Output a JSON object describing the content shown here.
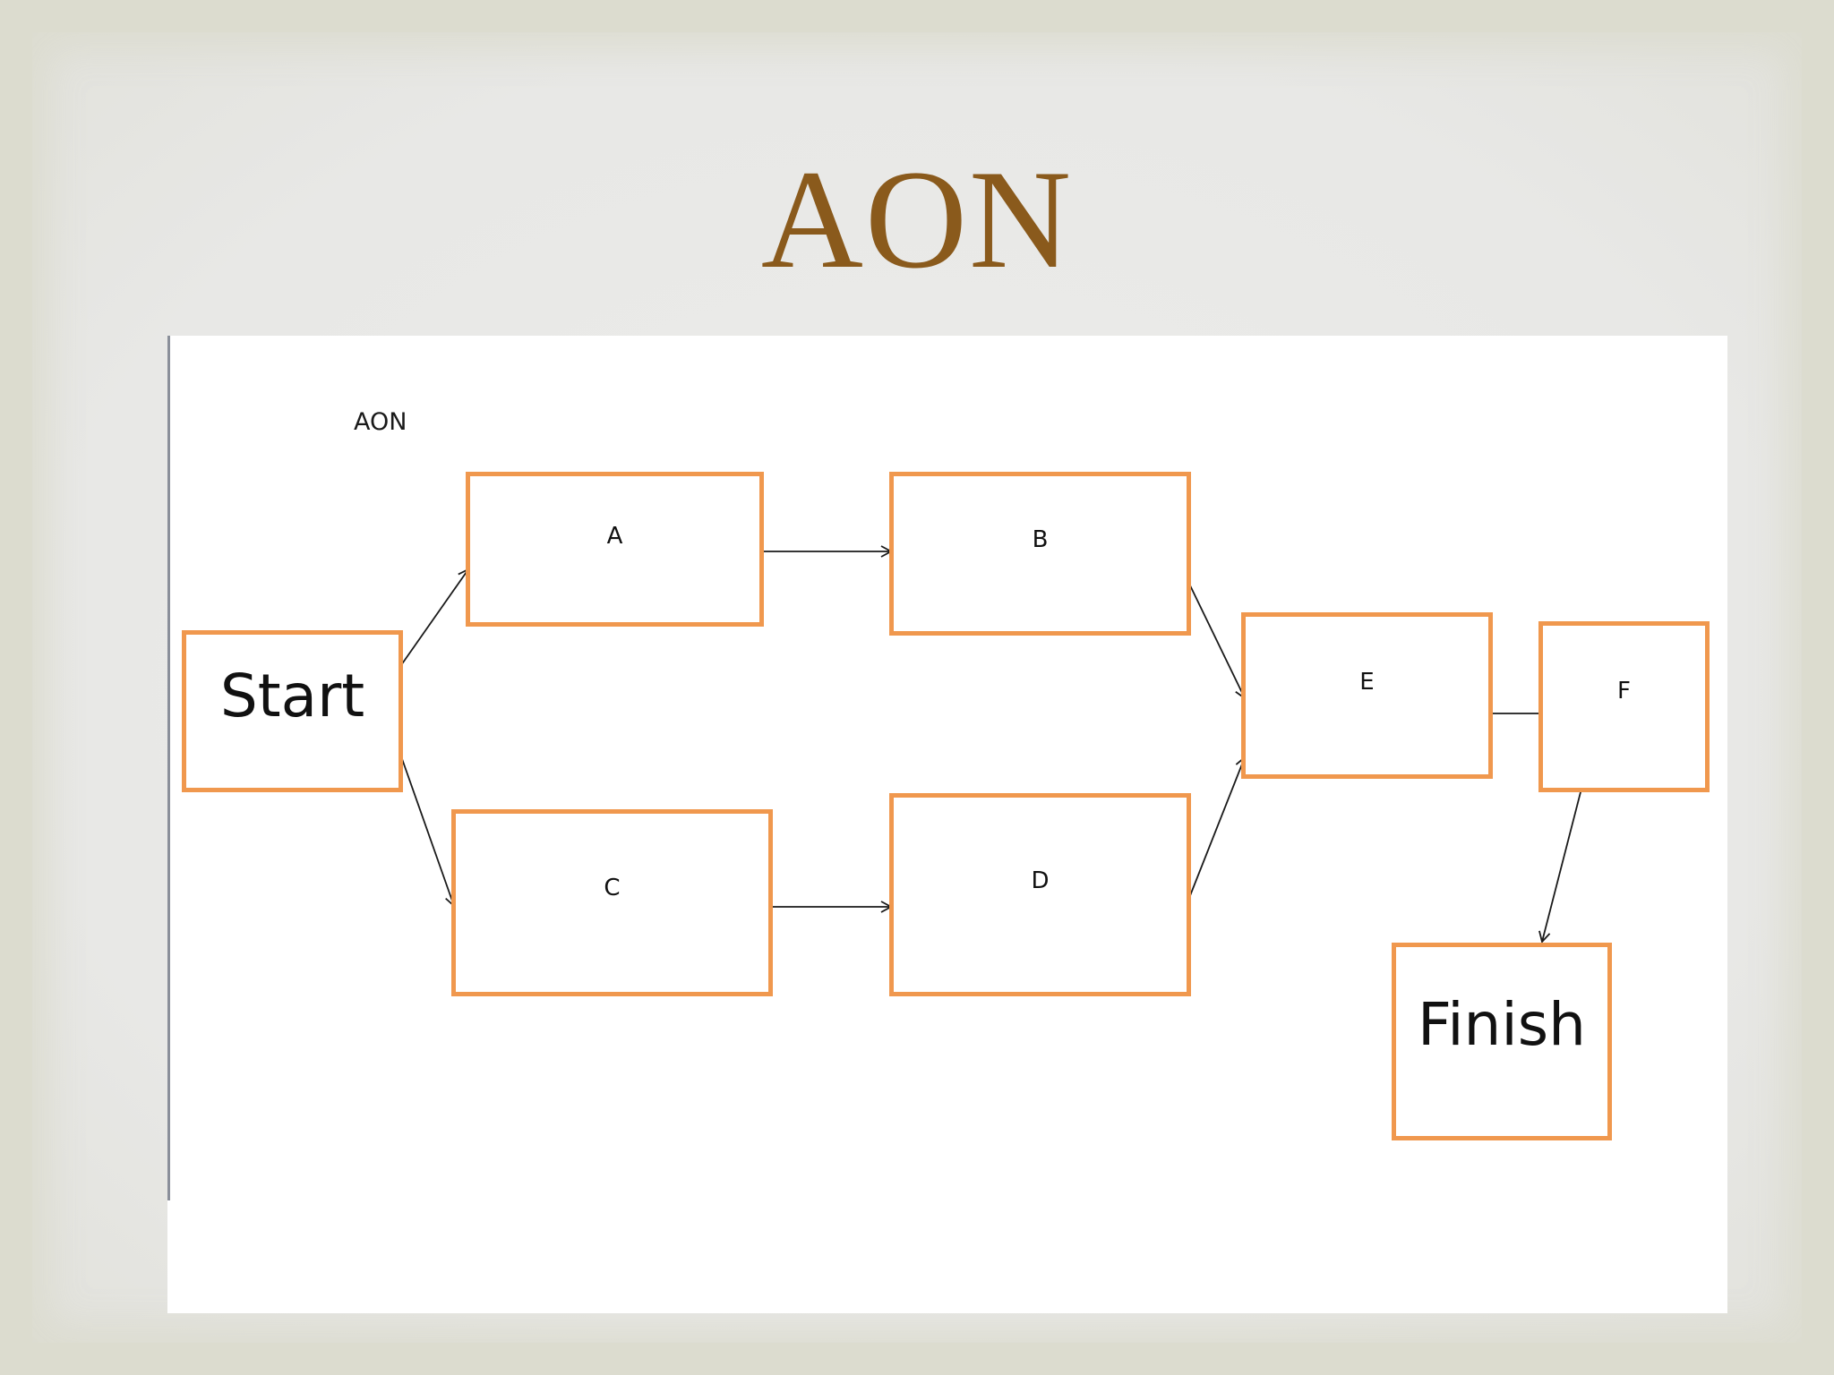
{
  "slide": {
    "title": "AON",
    "sub_label": "AON"
  },
  "nodes": {
    "start": {
      "label": "Start"
    },
    "a": {
      "label": "A"
    },
    "b": {
      "label": "B"
    },
    "c": {
      "label": "C"
    },
    "d": {
      "label": "D"
    },
    "e": {
      "label": "E"
    },
    "f": {
      "label": "F"
    },
    "finish": {
      "label": "Finish"
    }
  },
  "edges": [
    {
      "from": "Start",
      "to": "A"
    },
    {
      "from": "Start",
      "to": "C"
    },
    {
      "from": "A",
      "to": "B"
    },
    {
      "from": "C",
      "to": "D"
    },
    {
      "from": "B",
      "to": "E"
    },
    {
      "from": "D",
      "to": "E"
    },
    {
      "from": "E",
      "to": "F"
    },
    {
      "from": "F",
      "to": "Finish"
    }
  ],
  "colors": {
    "node_border": "#f0984e",
    "title": "#8a5a1c",
    "arrow": "#1a1a1a"
  }
}
